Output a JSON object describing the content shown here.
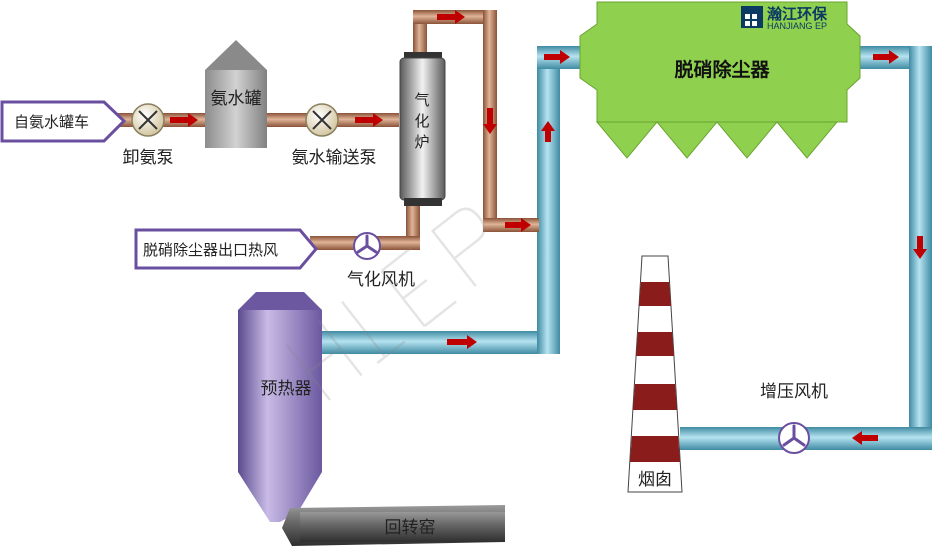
{
  "labels": {
    "ammonia_truck": "自氨水罐车",
    "unload_pump": "卸氨泵",
    "ammonia_tank": "氨水罐",
    "transfer_pump": "氨水输送泵",
    "vaporizer_1": "气",
    "vaporizer_2": "化",
    "vaporizer_3": "炉",
    "hot_air_source": "脱硝除尘器出口热风",
    "vaporizer_fan": "气化风机",
    "denox_dust_collector": "脱硝除尘器",
    "preheater": "预热器",
    "rotary_kiln": "回转窑",
    "booster_fan": "增压风机",
    "chimney": "烟囱"
  },
  "logo": {
    "name": "瀚江环保",
    "name_en": "HANJIANG EP"
  },
  "colors": {
    "ammonia_pipe": "#c0876a",
    "flue_pipe": "#6fb3c9",
    "arrow": "#c00000",
    "dust_collector": "#8fd14f",
    "preheater": "#8e78b8",
    "chimney_red": "#8b1c1c",
    "source_box_border": "#6a4fa0"
  }
}
